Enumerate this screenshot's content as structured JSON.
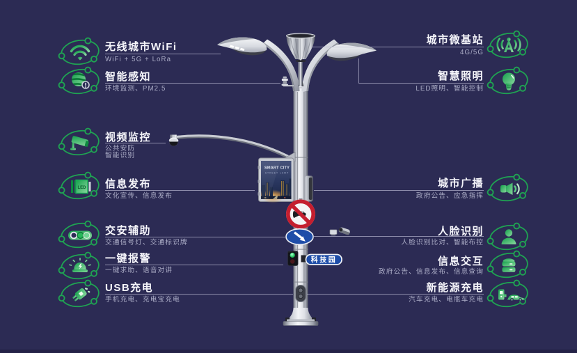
{
  "colors": {
    "background": "#2c2b54",
    "accent_green": "#1fa352",
    "title_text": "#f5f5fa",
    "subtitle_text": "#b3b3cb",
    "connector_line": "#d5d5e5",
    "sign_red": "#c41e2f",
    "sign_blue": "#1e4da8"
  },
  "left_features": [
    {
      "title": "无线城市WiFi",
      "subtitle": "WiFi + 5G + LoRa",
      "icon": "wifi-icon"
    },
    {
      "title": "智能感知",
      "subtitle": "环境监测、PM2.5",
      "icon": "environment-sensor-icon"
    },
    {
      "title": "视频监控",
      "subtitle": "公共安防",
      "subtitle2": "智能识别",
      "icon": "cctv-camera-icon"
    },
    {
      "title": "信息发布",
      "subtitle": "文化宣传、信息发布",
      "icon": "led-screen-icon"
    },
    {
      "title": "交安辅助",
      "subtitle": "交通信号灯、交通标识牌",
      "icon": "traffic-signal-icon"
    },
    {
      "title": "一键报警",
      "subtitle": "一键求助、语音对讲",
      "icon": "alarm-icon"
    },
    {
      "title": "USB充电",
      "subtitle": "手机充电、充电宝充电",
      "icon": "usb-charging-icon"
    }
  ],
  "right_features": [
    {
      "title": "城市微基站",
      "subtitle": "4G/5G",
      "icon": "micro-base-station-icon"
    },
    {
      "title": "智慧照明",
      "subtitle": "LED照明、智能控制",
      "icon": "smart-lighting-icon"
    },
    {
      "title": "城市广播",
      "subtitle": "政府公告、应急指挥",
      "icon": "city-broadcast-icon"
    },
    {
      "title": "人脸识别",
      "subtitle": "人脸识别比对、智能布控",
      "icon": "face-recognition-icon"
    },
    {
      "title": "信息交互",
      "subtitle": "政府公告、信息发布、信息查询",
      "icon": "info-interaction-icon"
    },
    {
      "title": "新能源充电",
      "subtitle": "汽车充电、电瓶车充电",
      "icon": "ev-charging-icon"
    }
  ],
  "pole": {
    "screen_title": "SMART CITY",
    "screen_subtitle": "STREET LAMP",
    "street_sign_label": "科技园",
    "led_icon_label": "LED"
  }
}
